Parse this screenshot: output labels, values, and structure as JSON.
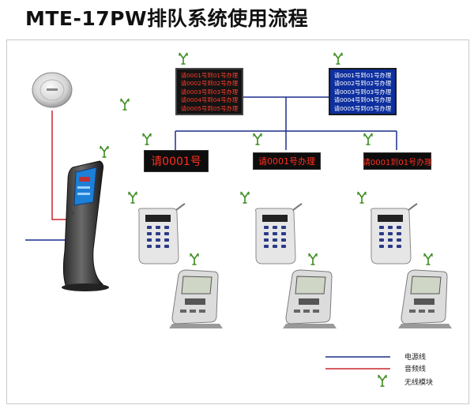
{
  "title": "MTE-17PW排队系统使用流程",
  "main_display_red": {
    "lines": [
      "请0001号到01号办理",
      "请0002号到02号办理",
      "请0003号到03号办理",
      "请0004号到04号办理",
      "请0005号到05号办理"
    ]
  },
  "main_display_blue": {
    "lines": [
      "请0001号到01号办理",
      "请0002号到02号办理",
      "请0003号到03号办理",
      "请0004号到04号办理",
      "请0005号到05号办理"
    ]
  },
  "counter_displays": [
    {
      "text": "请0001号"
    },
    {
      "text": "请0001号办理"
    },
    {
      "text": "请0001到01号办理"
    }
  ],
  "legend": {
    "items": [
      {
        "label": "电源线",
        "color": "#1c2f8a"
      },
      {
        "label": "音频线",
        "color": "#c8262e"
      },
      {
        "label": "无线模块",
        "color": "#3b8c1e"
      }
    ]
  },
  "icons": [
    "speaker-icon",
    "ticket-kiosk-icon",
    "wireless-antenna-icon",
    "caller-keypad-icon",
    "evaluator-terminal-icon"
  ]
}
